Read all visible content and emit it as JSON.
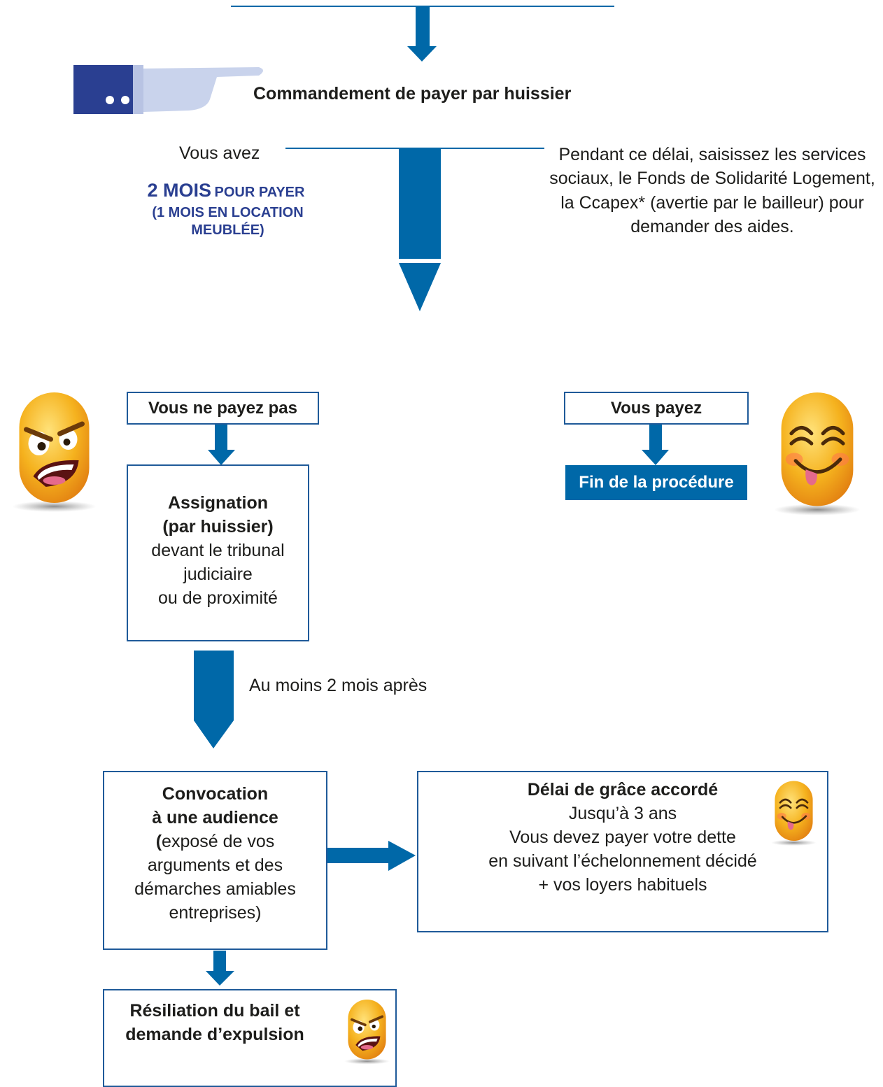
{
  "colors": {
    "arrow": "#0068a8",
    "box_border": "#1f5a99",
    "emphasis_text": "#2a3f91",
    "hand_sleeve": "#2a3f91",
    "hand": "#c9d3ec",
    "end_box": "#0068a8"
  },
  "icons": [
    "pointing-hand-icon",
    "angry-face-icon",
    "happy-face-icon"
  ],
  "step_commandement": {
    "label": "Commandement de payer par huissier"
  },
  "delay": {
    "intro": "Vous avez",
    "big": "2 MOIS",
    "small": "POUR PAYER",
    "furnished": "(1 MOIS EN LOCATION MEUBLÉE)",
    "advice": "Pendant ce délai, saisissez les services sociaux, le Fonds de Solidarité Logement, la Ccapex* (avertie par le bailleur) pour demander des aides."
  },
  "no_pay": {
    "label": "Vous ne payez pas",
    "assignation_title_1": "Assignation",
    "assignation_title_2": "(par huissier)",
    "assignation_line_1": "devant le tribunal",
    "assignation_line_2": "judiciaire",
    "assignation_line_3": "ou de proximité"
  },
  "pay": {
    "label": "Vous payez",
    "end_label": "Fin de la procédure"
  },
  "wait_label": "Au moins 2 mois après",
  "convocation": {
    "title_1": "Convocation",
    "title_2": "à une audience",
    "paren_open": "(",
    "body_1": "exposé de vos",
    "body_2": "arguments et des",
    "body_3": "démarches amiables",
    "body_4": "entreprises)"
  },
  "grace": {
    "title": "Délai de grâce accordé",
    "line_1": "Jusqu’à 3 ans",
    "line_2": "Vous devez payer votre dette",
    "line_3": "en suivant l’échelonnement décidé",
    "line_4": "+ vos loyers habituels"
  },
  "resiliation": {
    "line_1": "Résiliation du bail et",
    "line_2": "demande d’expulsion"
  }
}
